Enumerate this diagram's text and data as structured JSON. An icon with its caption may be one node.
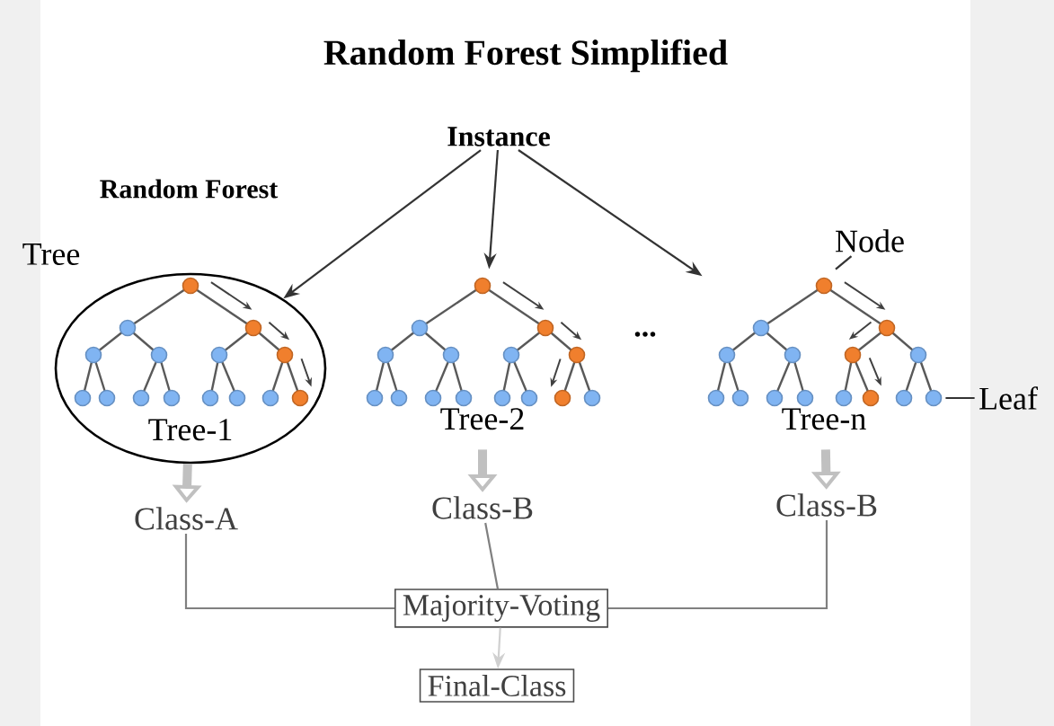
{
  "diagram": {
    "title": "Random Forest Simplified",
    "nodes": [
      {
        "text": [
          "Instance"
        ]
      },
      {
        "text": [
          "Tree-1"
        ],
        "beside": [
          "Tree"
        ]
      },
      {
        "text": [
          "Tree-2"
        ]
      },
      {
        "text": [
          "Tree-n"
        ]
      },
      {
        "text": [
          "Class-A"
        ]
      },
      {
        "text": [
          "Class-B"
        ]
      },
      {
        "text": [
          "Class-B"
        ]
      },
      {
        "text": [
          "Majority-Voting"
        ]
      },
      {
        "text": [
          "Final-Class"
        ]
      },
      {
        "text": [
          "Node"
        ]
      },
      {
        "text": [
          "Leaf"
        ]
      }
    ],
    "edges": [
      {
        "from": 0,
        "to": 1,
        "arrow": "to"
      },
      {
        "from": 0,
        "to": 2,
        "arrow": "to"
      },
      {
        "from": 0,
        "to": 3,
        "arrow": "to"
      },
      {
        "from": 1,
        "to": 4,
        "arrow": "to",
        "style": "thick",
        "color": "#c0c0c0"
      },
      {
        "from": 2,
        "to": 5,
        "arrow": "to",
        "style": "thick",
        "color": "#c0c0c0"
      },
      {
        "from": 3,
        "to": 6,
        "arrow": "to",
        "style": "thick",
        "color": "#c0c0c0"
      },
      {
        "from": 4,
        "to": 7,
        "arrow": "none",
        "color": "#808080"
      },
      {
        "from": 5,
        "to": 7,
        "arrow": "none",
        "color": "#808080"
      },
      {
        "from": 6,
        "to": 7,
        "arrow": "none",
        "color": "#808080"
      },
      {
        "from": 7,
        "to": 8,
        "arrow": "to",
        "color": "#d0d0d0"
      },
      {
        "from": 9,
        "to": 3,
        "arrow": "none"
      },
      {
        "from": 10,
        "to": 3,
        "arrow": "none"
      }
    ],
    "labels": [
      "Random Forest",
      "..."
    ]
  }
}
